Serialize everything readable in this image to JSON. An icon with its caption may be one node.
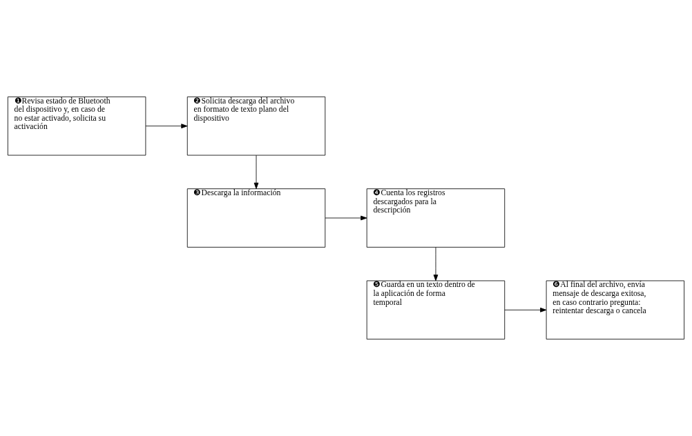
{
  "diagram": {
    "nodes": [
      {
        "text": [
          "❶Revisa estado de Bluetooth del dispositivo y, en caso de no estar activado, solicita su activación"
        ]
      },
      {
        "text": [
          "❷Solicita descarga del archivo en formato de texto plano del dispositivo"
        ]
      },
      {
        "text": [
          "❸Descarga la información"
        ]
      },
      {
        "text": [
          "❹Cuenta los registros descargados para la descripción"
        ]
      },
      {
        "text": [
          "❺Guarda en un texto dentro de la aplicación de forma temporal"
        ]
      },
      {
        "text": [
          "❻Al final del archivo, envía mensaje de descarga exitosa, en caso contrario pregunta: reintentar descarga o cancela"
        ]
      }
    ],
    "edges": [
      {
        "from": 0,
        "to": 1,
        "arrow": "to"
      },
      {
        "from": 1,
        "to": 2,
        "arrow": "to"
      },
      {
        "from": 2,
        "to": 3,
        "arrow": "to"
      },
      {
        "from": 3,
        "to": 4,
        "arrow": "to"
      },
      {
        "from": 4,
        "to": 5,
        "arrow": "to"
      }
    ]
  }
}
